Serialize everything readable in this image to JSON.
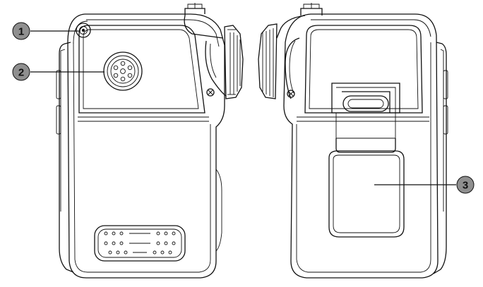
{
  "callouts": [
    {
      "number": "1",
      "label_for": "strap-hook"
    },
    {
      "number": "2",
      "label_for": "microphone"
    },
    {
      "number": "3",
      "label_for": "battery-cover"
    }
  ],
  "colors": {
    "line": "#111111",
    "badge_fill": "#8f8f8f",
    "badge_text": "#111111",
    "background": "#ffffff"
  }
}
